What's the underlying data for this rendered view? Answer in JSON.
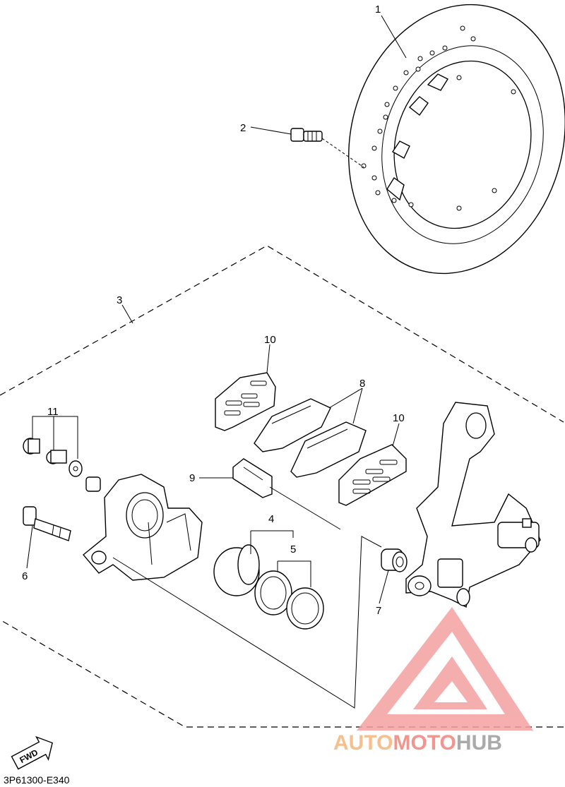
{
  "diagram": {
    "callouts": [
      "1",
      "2",
      "3",
      "4",
      "5",
      "6",
      "7",
      "8",
      "9",
      "10",
      "10",
      "11"
    ],
    "direction_badge": "FWD",
    "diagram_code": "3P61300-E340"
  },
  "watermark": {
    "part1": "AUTO",
    "part2": "MOTO",
    "part3": "HUB",
    "colors": {
      "auto": "#f6c08e",
      "moto": "#f1958e",
      "hub": "#aaaaaa",
      "logo": "#f07878"
    }
  }
}
